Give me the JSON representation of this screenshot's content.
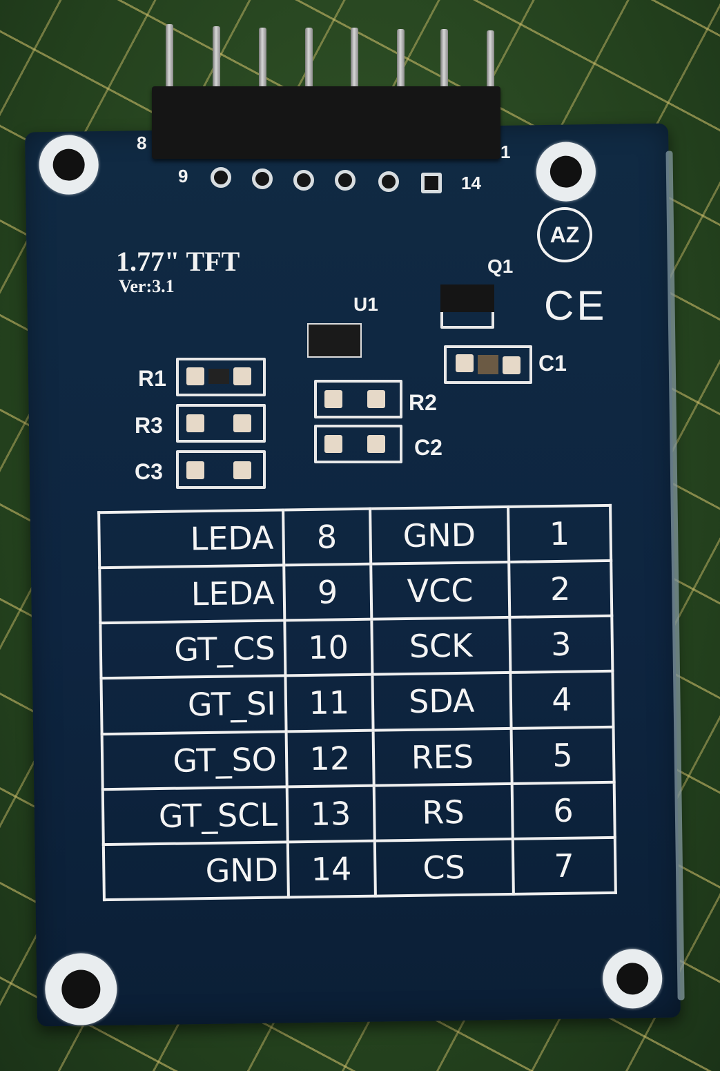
{
  "board": {
    "title": "1.77\" TFT",
    "version": "Ver:3.1",
    "logo": "AZ",
    "ce_mark": "CE",
    "header_labels": {
      "left_top": "8",
      "right_top": "1",
      "left_bottom": "9",
      "right_bottom": "14"
    },
    "components": {
      "u1": "U1",
      "q1": "Q1",
      "r1": "R1",
      "r2": "R2",
      "r3": "R3",
      "c1": "C1",
      "c2": "C2",
      "c3": "C3"
    }
  },
  "pinout": [
    {
      "left_function": "LEDA",
      "left_pin": "8",
      "right_function": "GND",
      "right_pin": "1"
    },
    {
      "left_function": "LEDA",
      "left_pin": "9",
      "right_function": "VCC",
      "right_pin": "2"
    },
    {
      "left_function": "GT_CS",
      "left_pin": "10",
      "right_function": "SCK",
      "right_pin": "3"
    },
    {
      "left_function": "GT_SI",
      "left_pin": "11",
      "right_function": "SDA",
      "right_pin": "4"
    },
    {
      "left_function": "GT_SO",
      "left_pin": "12",
      "right_function": "RES",
      "right_pin": "5"
    },
    {
      "left_function": "GT_SCL",
      "left_pin": "13",
      "right_function": "RS",
      "right_pin": "6"
    },
    {
      "left_function": "GND",
      "left_pin": "14",
      "right_function": "CS",
      "right_pin": "7"
    }
  ],
  "colors": {
    "pcb": "#0e2540",
    "silkscreen": "#f2f2f2",
    "cutting_mat": "#2c4a24"
  }
}
